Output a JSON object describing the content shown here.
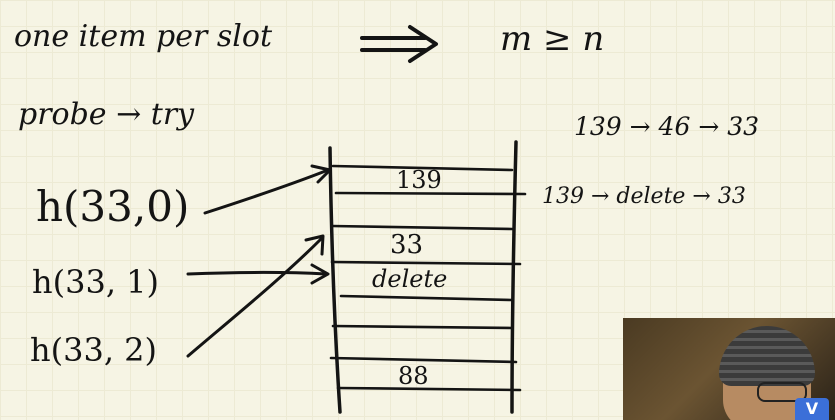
{
  "header": {
    "line1": "one item per slot",
    "m_ge_n": "m ≥ n",
    "line2": "probe → try"
  },
  "sequences": {
    "top": "139 → 46 → 33",
    "bottom": "139 → delete → 33"
  },
  "probes": [
    {
      "label": "h(33,0)"
    },
    {
      "label": "h(33, 1)"
    },
    {
      "label": "h(33, 2)"
    }
  ],
  "table": {
    "slots": [
      "139",
      "",
      "33",
      "delete",
      "",
      "",
      "88"
    ]
  },
  "webcam": {
    "badge": "V"
  }
}
